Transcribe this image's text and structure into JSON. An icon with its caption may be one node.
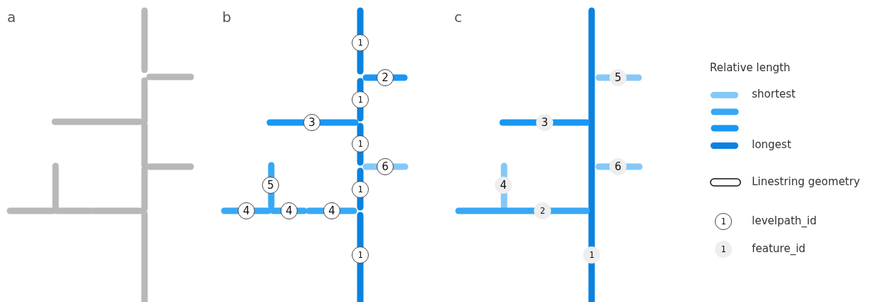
{
  "diagram": {
    "nodes": [
      {
        "text": [
          "1"
        ]
      },
      {
        "text": [
          "2"
        ]
      },
      {
        "text": [
          "1"
        ]
      },
      {
        "text": [
          "3"
        ]
      },
      {
        "text": [
          "1"
        ]
      },
      {
        "text": [
          "6"
        ]
      },
      {
        "text": [
          "5"
        ]
      },
      {
        "text": [
          "1"
        ]
      },
      {
        "text": [
          "4"
        ]
      },
      {
        "text": [
          "4"
        ]
      },
      {
        "text": [
          "4"
        ]
      },
      {
        "text": [
          "1"
        ]
      },
      {
        "text": [
          "5"
        ]
      },
      {
        "text": [
          "3"
        ]
      },
      {
        "text": [
          "6"
        ]
      },
      {
        "text": [
          "4"
        ]
      },
      {
        "text": [
          "2"
        ]
      },
      {
        "text": [
          "1"
        ]
      },
      {
        "text": [
          "1"
        ],
        "beside": [
          "levelpath_id"
        ]
      },
      {
        "text": [
          "1"
        ],
        "beside": [
          "feature_id"
        ]
      }
    ],
    "labels": [
      "a",
      "b",
      "c",
      "Relative length"
    ],
    "legend": [
      {
        "text": "shortest",
        "color": "#85c8f8"
      },
      {
        "text": "longest",
        "color": "#0a82e0"
      },
      {
        "text": "Linestring geometry"
      }
    ]
  }
}
